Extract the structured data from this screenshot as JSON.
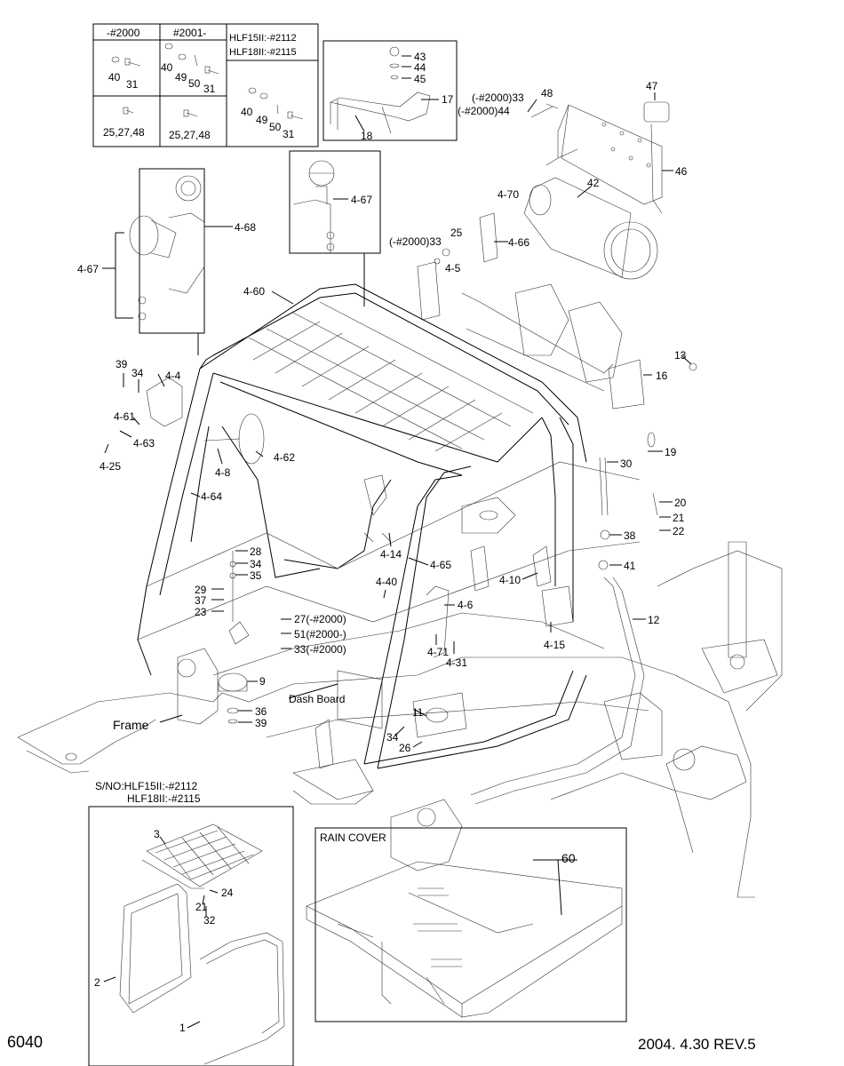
{
  "page_number": "6040",
  "date_rev": "2004. 4.30 REV.5",
  "inset_table": {
    "headers": [
      "-#2000",
      "#2001-",
      "HLF15II:-#2112",
      "HLF18II:-#2115"
    ],
    "col1_top": [
      "40",
      "31"
    ],
    "col2_top": [
      "40",
      "49",
      "50",
      "31"
    ],
    "col1_bottom": "25,27,48",
    "col2_bottom": "25,27,48",
    "col3": [
      "40",
      "49",
      "50",
      "31"
    ]
  },
  "inset_right_top": [
    "43",
    "44",
    "45",
    "17",
    "18"
  ],
  "sn_note": [
    "S/NO:HLF15II:-#2112",
    "HLF18II:-#2115"
  ],
  "rain_cover": {
    "title": "RAIN COVER",
    "part": "60"
  },
  "text_labels": {
    "frame": "Frame",
    "dash_board": "Dash Board"
  },
  "callouts": {
    "c4_67a": "4-67",
    "c4_67b": "4-67",
    "c4_68": "4-68",
    "c4_70": "4-70",
    "c42": "42",
    "c47": "47",
    "c46": "46",
    "c48": "48",
    "c33a": "(-#2000)33",
    "c44a": "(-#2000)44",
    "c33b": "(-#2000)33",
    "c25a": "25",
    "c4_66": "4-66",
    "c4_5": "4-5",
    "c4_60": "4-60",
    "c39a": "39",
    "c34a": "34",
    "c4_4": "4-4",
    "c4_61": "4-61",
    "c4_63": "4-63",
    "c4_25": "4-25",
    "c4_8": "4-8",
    "c4_62": "4-62",
    "c4_64": "4-64",
    "c13": "13",
    "c16": "16",
    "c19": "19",
    "c30": "30",
    "c20": "20",
    "c21": "21",
    "c22": "22",
    "c38": "38",
    "c41": "41",
    "c28": "28",
    "c34b": "34",
    "c35": "35",
    "c29": "29",
    "c37": "37",
    "c23": "23",
    "c27": "27(-#2000)",
    "c51": "51(#2000-)",
    "c33c": "33(-#2000)",
    "c9": "9",
    "c36": "36",
    "c39b": "39",
    "c4_14": "4-14",
    "c4_65": "4-65",
    "c4_40": "4-40",
    "c4_6": "4-6",
    "c4_10": "4-10",
    "c4_15": "4-15",
    "c12": "12",
    "c4_71": "4-71",
    "c4_31": "4-31",
    "c11": "11",
    "c34c": "34",
    "c26": "26",
    "c3": "3",
    "c24": "24",
    "c21b": "21",
    "c32": "32",
    "c2": "2",
    "c1": "1"
  }
}
